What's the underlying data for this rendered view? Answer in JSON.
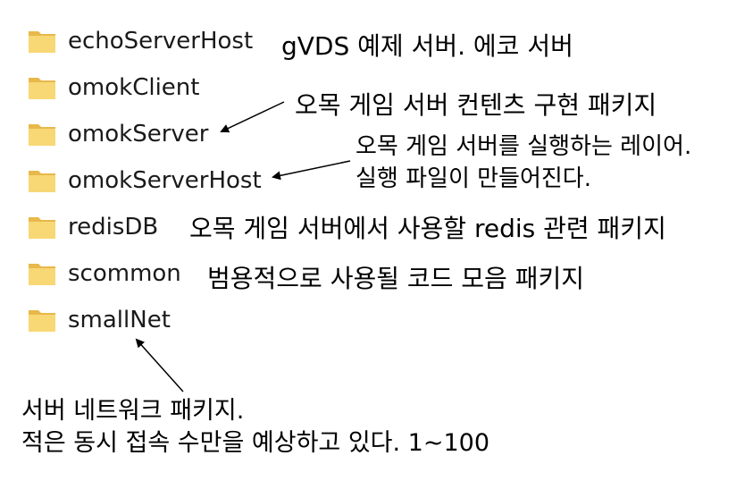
{
  "folders": [
    {
      "name": "echoServerHost"
    },
    {
      "name": "omokClient"
    },
    {
      "name": "omokServer"
    },
    {
      "name": "omokServerHost"
    },
    {
      "name": "redisDB"
    },
    {
      "name": "scommon"
    },
    {
      "name": "smallNet"
    }
  ],
  "annotations": {
    "echo_server_host": "gVDS 예제 서버. 에코 서버",
    "omok_server": "오목 게임 서버 컨텐츠 구현 패키지",
    "omok_server_host_line1": "오목 게임 서버를 실행하는 레이어.",
    "omok_server_host_line2": "실행 파일이 만들어진다.",
    "redis_db": "오목 게임 서버에서 사용할 redis 관련 패키지",
    "scommon": "범용적으로 사용될 코드 모음 패키지",
    "small_net_line1": "서버 네트워크 패키지.",
    "small_net_line2": "적은 동시 접속 수만을 예상하고 있다. 1~100"
  },
  "colors": {
    "folder_body": "#F8D775",
    "folder_back": "#E8B84A",
    "text": "#000000"
  },
  "icons": {
    "folder": "folder-icon",
    "arrow": "arrow-annotation"
  }
}
